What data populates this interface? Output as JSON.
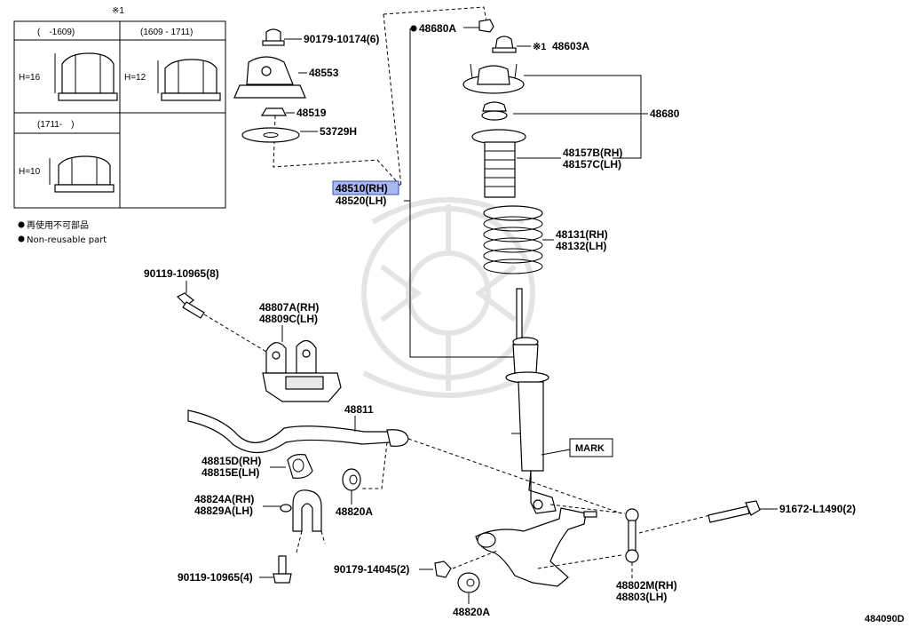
{
  "table": {
    "mark": "※1",
    "col1": "(　-1609)",
    "col2": "(1609 - 1711)",
    "col3": "(1711-　)",
    "h1": "H=16",
    "h2": "H=12",
    "h3": "H=10"
  },
  "legend": {
    "jp": "再使用不可部品",
    "en": "Non-reusable part"
  },
  "labels": {
    "p90179_10174": "90179-10174(6)",
    "p48553": "48553",
    "p48519": "48519",
    "p53729H": "53729H",
    "p48680A": "48680A",
    "p48603A": "48603A",
    "p48603A_mark": "※1",
    "p48680": "48680",
    "p48157B": "48157B(RH)",
    "p48157C": "48157C(LH)",
    "p48510": "48510(RH)",
    "p48520": "48520(LH)",
    "p48131": "48131(RH)",
    "p48132": "48132(LH)",
    "p90119_10965_top": "90119-10965(8)",
    "p48807A": "48807A(RH)",
    "p48809C": "48809C(LH)",
    "p48811": "48811",
    "mark": "MARK",
    "p48815D": "48815D(RH)",
    "p48815E": "48815E(LH)",
    "p48824A": "48824A(RH)",
    "p48829A": "48829A(LH)",
    "p48820A_top": "48820A",
    "p91672": "91672-L1490(2)",
    "p90179_14045": "90179-14045(2)",
    "p90119_10965_bot": "90119-10965(4)",
    "p48802M": "48802M(RH)",
    "p48803": "48803(LH)",
    "p48820A_bot": "48820A"
  },
  "diagram_id": "484090D",
  "colors": {
    "highlight": "#aab8f0",
    "line": "#000000"
  }
}
